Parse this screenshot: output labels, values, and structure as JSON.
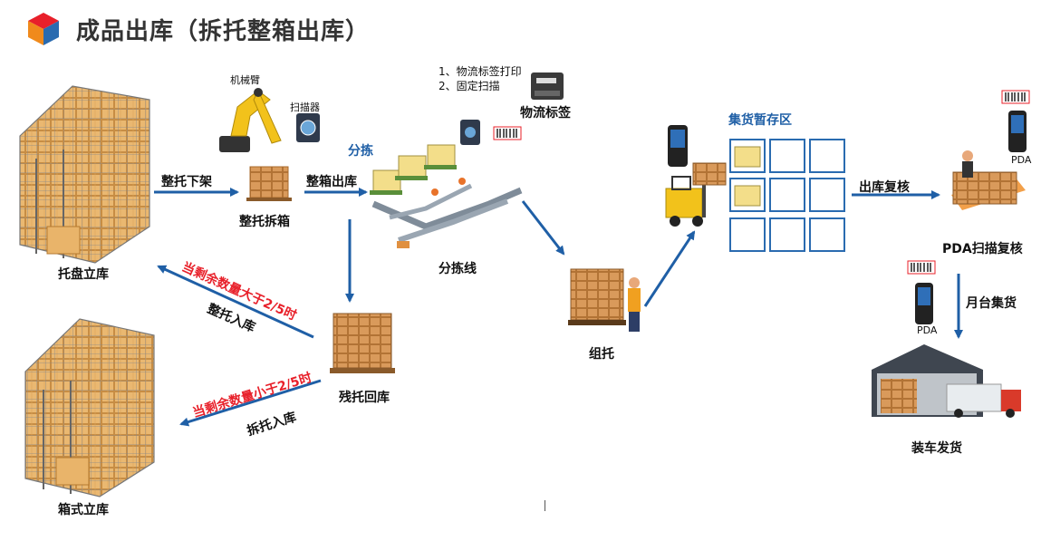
{
  "title": "成品出库（拆托整箱出库）",
  "colors": {
    "arrow": "#1f5fa6",
    "warn": "#e8202a",
    "grid": "#2a6bb0",
    "box": "#e3a85a"
  },
  "labels": {
    "robot_arm": "机械臂",
    "scanner": "扫描器",
    "pallet_warehouse": "托盘立库",
    "whole_pallet_down": "整托下架",
    "pallet_unpack": "整托拆箱",
    "box_out": "整箱出库",
    "sorting": "分拣",
    "sorting_line": "分拣线",
    "logistics_label": "物流标签",
    "label_note_1": "1、物流标签打印",
    "label_note_2": "2、固定扫描",
    "staging_area": "集货暂存区",
    "outbound_check": "出库复核",
    "pda_check": "PDA扫描复核",
    "platform_collect": "月台集货",
    "pda_1": "PDA",
    "pda_2": "PDA",
    "load_ship": "装车发货",
    "palletize": "组托",
    "remnant_return": "残托回库",
    "more_than": "当剩余数量大于2/5时",
    "whole_in": "整托入库",
    "less_than": "当剩余数量小于2/5时",
    "unpack_in": "拆托入库",
    "box_warehouse": "箱式立库"
  }
}
